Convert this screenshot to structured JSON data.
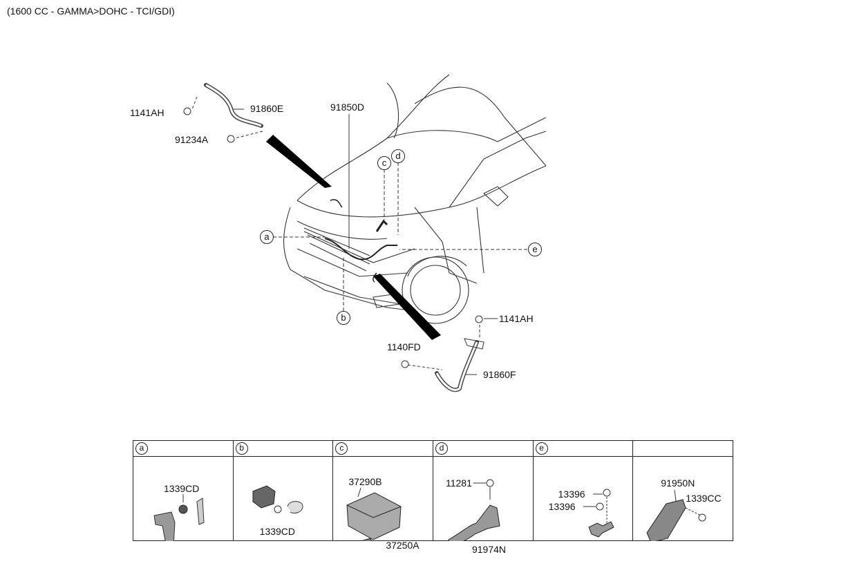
{
  "header": {
    "engine_spec": "(1600 CC - GAMMA>DOHC - TCI/GDI)"
  },
  "diagram": {
    "part_labels": {
      "p1141ah_top": "1141AH",
      "p91860e": "91860E",
      "p91234a": "91234A",
      "p91850d": "91850D",
      "p1141ah_bottom": "1141AH",
      "p1140fd": "1140FD",
      "p91860f": "91860F"
    },
    "callouts": {
      "a": "a",
      "b": "b",
      "c": "c",
      "d": "d",
      "e": "e"
    }
  },
  "detail_table": {
    "headers": [
      "a",
      "b",
      "c",
      "d",
      "e",
      ""
    ],
    "cells": {
      "a": {
        "label1": "1339CD"
      },
      "b": {
        "label1": "1339CD"
      },
      "c": {
        "label1": "37290B",
        "label2": "37250A"
      },
      "d": {
        "label1": "11281",
        "label2": "91974N"
      },
      "e": {
        "label1": "13396",
        "label2": "13396"
      },
      "f": {
        "label1": "91950N",
        "label2": "1339CC"
      }
    }
  }
}
